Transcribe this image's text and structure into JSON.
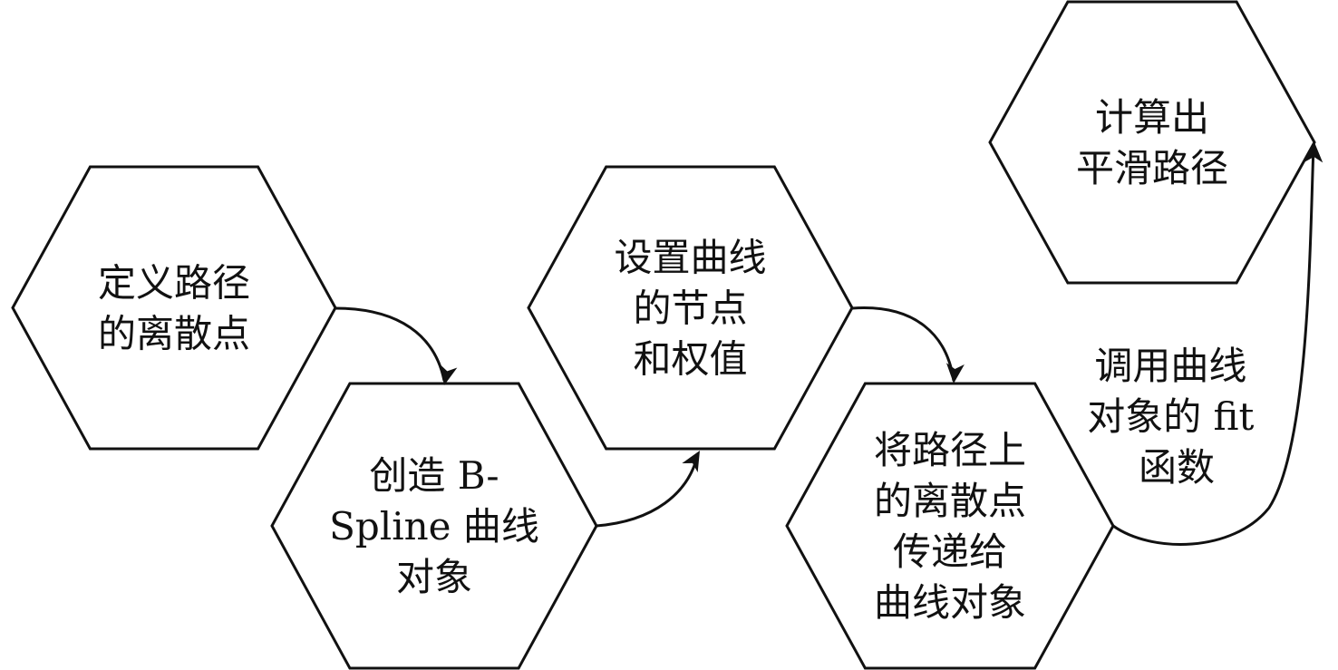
{
  "nodes": [
    {
      "id": "define-points",
      "lines": [
        "定义路径",
        "的离散点"
      ]
    },
    {
      "id": "create-spline",
      "lines": [
        "创造 B-",
        "Spline 曲线",
        "对象"
      ]
    },
    {
      "id": "set-knots",
      "lines": [
        "设置曲线",
        "的节点",
        "和权值"
      ]
    },
    {
      "id": "pass-points",
      "lines": [
        "将路径上",
        "的离散点",
        "传递给",
        "曲线对象"
      ]
    },
    {
      "id": "compute-path",
      "lines": [
        "计算出",
        "平滑路径"
      ]
    }
  ],
  "edge_label": {
    "lines": [
      "调用曲线",
      "对象的 fit",
      "函数"
    ]
  }
}
